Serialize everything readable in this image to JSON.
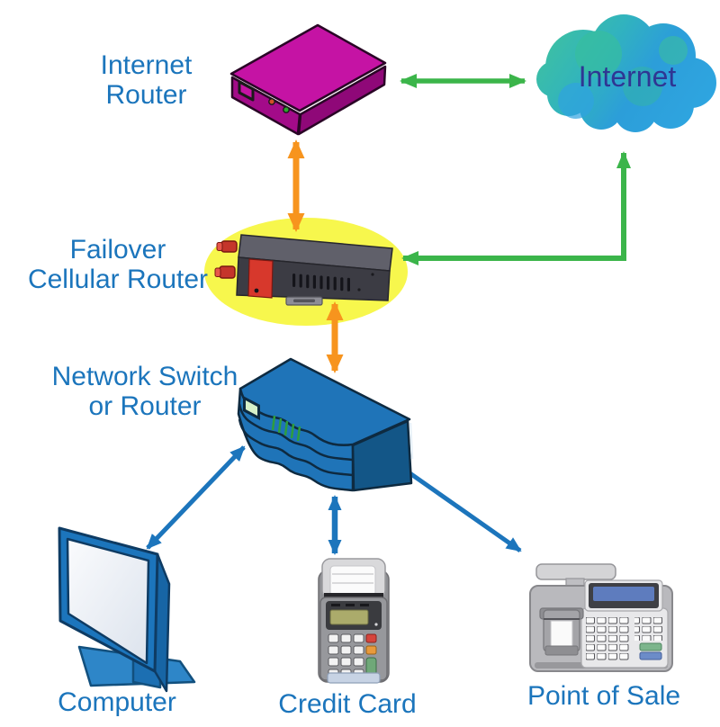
{
  "diagram": {
    "background": "#FFFFFF",
    "labels": {
      "internet_router": "Internet\nRouter",
      "internet_cloud": "Internet",
      "failover_cellular_router": "Failover\nCellular Router",
      "network_switch": "Network Switch\nor Router",
      "computer": "Computer",
      "credit_card": "Credit Card",
      "point_of_sale": "Point of Sale"
    },
    "colors": {
      "label_text": "#1B75BC",
      "cloud_text": "#2F3693",
      "green_arrow": "#3BB54A",
      "orange_arrow": "#F7941E",
      "blue_arrow": "#1C75BC",
      "router_magenta": "#C513A4",
      "failover_body_gray": "#3C3C44",
      "failover_accent_red": "#D7382C",
      "highlight_yellow": "#F7F74D",
      "switch_blue": "#1F74B8",
      "cloud_blue": "#2C9ED9",
      "cloud_teal": "#3EC1A1"
    },
    "connections": [
      {
        "from": "internet-router",
        "to": "internet-cloud",
        "style": "green",
        "bidirectional": true,
        "path": "straight"
      },
      {
        "from": "internet-router",
        "to": "failover-cellular-router",
        "style": "orange",
        "bidirectional": true,
        "path": "straight"
      },
      {
        "from": "internet-cloud",
        "to": "failover-cellular-router",
        "style": "green",
        "bidirectional": true,
        "path": "elbow"
      },
      {
        "from": "failover-cellular-router",
        "to": "network-switch",
        "style": "orange",
        "bidirectional": true,
        "path": "straight"
      },
      {
        "from": "network-switch",
        "to": "computer",
        "style": "blue",
        "bidirectional": true,
        "path": "straight"
      },
      {
        "from": "network-switch",
        "to": "credit-card",
        "style": "blue",
        "bidirectional": true,
        "path": "straight"
      },
      {
        "from": "network-switch",
        "to": "point-of-sale",
        "style": "blue",
        "bidirectional": true,
        "path": "straight"
      }
    ]
  }
}
